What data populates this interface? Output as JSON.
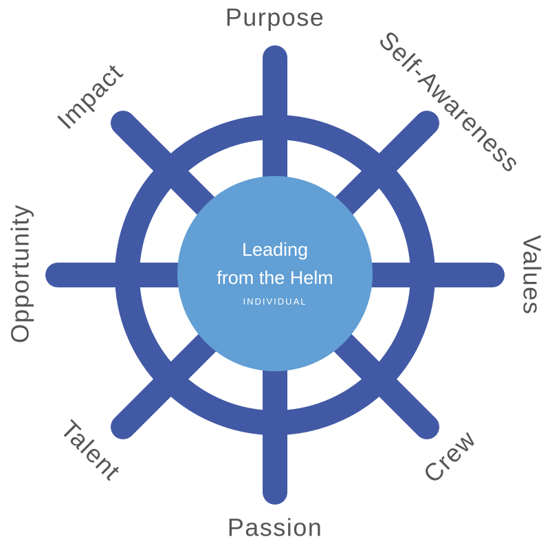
{
  "hub": {
    "title_line1": "Leading",
    "title_line2": "from the Helm",
    "subtitle": "INDIVIDUAL"
  },
  "spokes": [
    {
      "id": "purpose",
      "label": "Purpose"
    },
    {
      "id": "self-awareness",
      "label": "Self-Awareness"
    },
    {
      "id": "values",
      "label": "Values"
    },
    {
      "id": "crew",
      "label": "Crew"
    },
    {
      "id": "passion",
      "label": "Passion"
    },
    {
      "id": "talent",
      "label": "Talent"
    },
    {
      "id": "opportunity",
      "label": "Opportunity"
    },
    {
      "id": "impact",
      "label": "Impact"
    }
  ],
  "colors": {
    "wheel": "#4259a5",
    "hub": "#619fd4",
    "label_text": "#555555",
    "hub_text": "#ffffff"
  }
}
